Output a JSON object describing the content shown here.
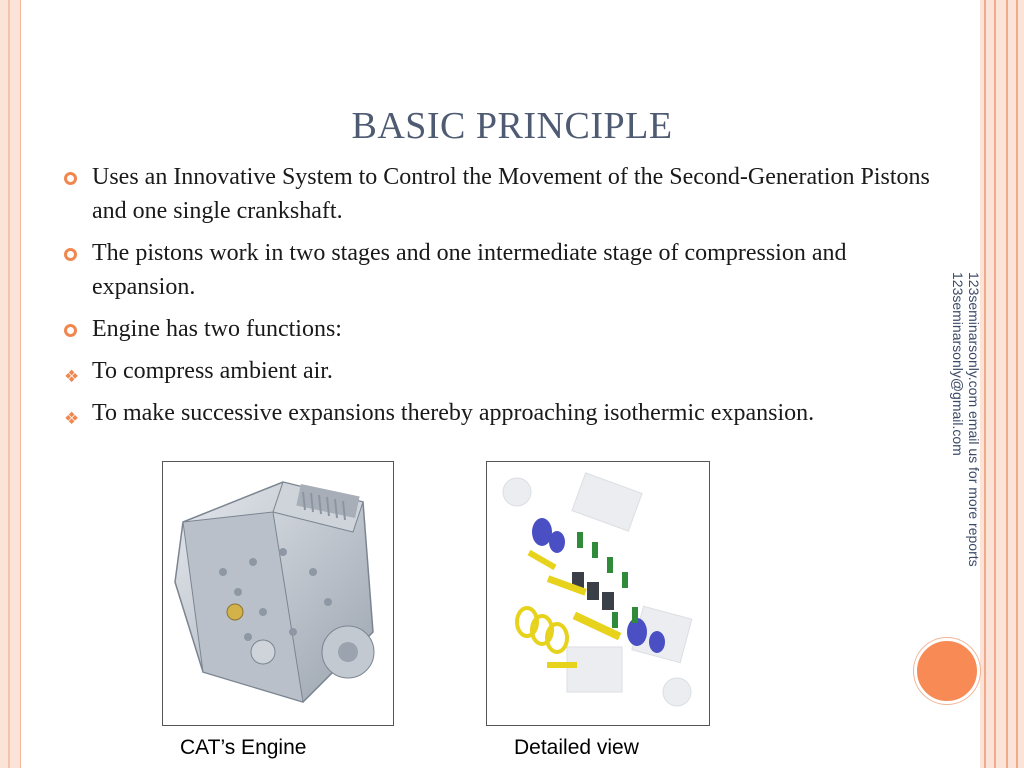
{
  "title": "BASIC PRINCIPLE",
  "bullets": [
    {
      "marker": "circle",
      "text": "Uses an Innovative System to Control the Movement of the Second-Generation Pistons and one single crankshaft."
    },
    {
      "marker": "circle",
      "text": "The pistons work in two stages and one intermediate stage of compression and expansion."
    },
    {
      "marker": "circle",
      "text": "Engine has two functions:"
    },
    {
      "marker": "diamond",
      "text": "To compress ambient air."
    },
    {
      "marker": "diamond",
      "text": "To make successive expansions thereby approaching  isothermic expansion."
    }
  ],
  "watermark": "123seminarsonly.com email us for more reports 123seminarsonly@gmail.com",
  "figures": [
    {
      "caption": "CAT’s Engine"
    },
    {
      "caption": "Detailed view"
    }
  ],
  "colors": {
    "accent": "#f0874f",
    "title": "#4e5b72",
    "frame": "#fbe3d8"
  }
}
